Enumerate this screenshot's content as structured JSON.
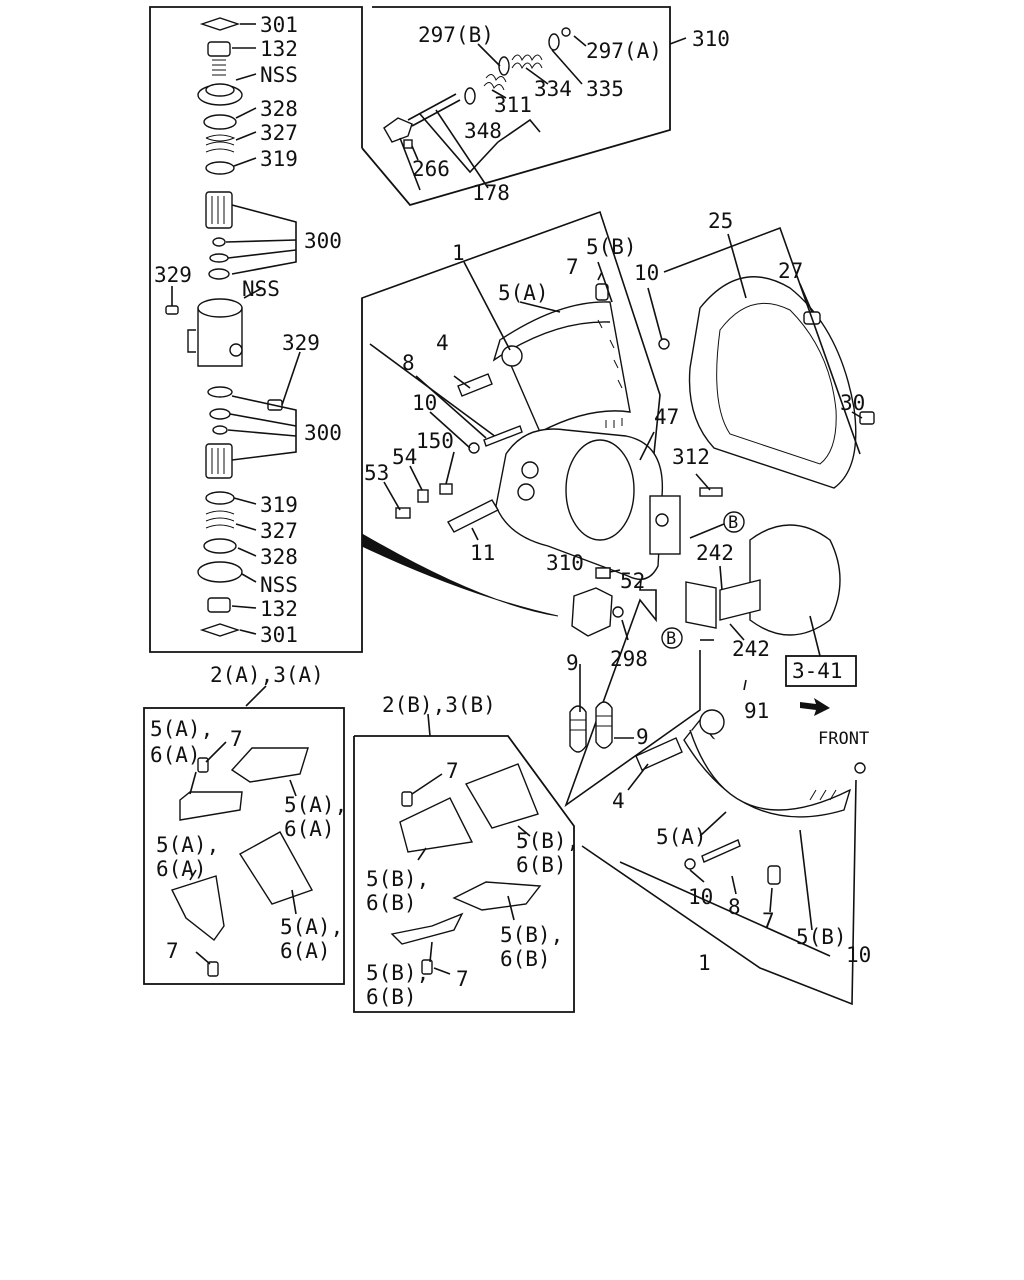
{
  "labels": {
    "insert": {
      "l301_top": "301",
      "l132_top": "132",
      "lNSS_top": "NSS",
      "l328_top": "328",
      "l327_top": "327",
      "l319_top": "319",
      "l300_top": "300",
      "l329_left": "329",
      "lNSS_mid": "NSS",
      "l329_right": "329",
      "l300_bot": "300",
      "l319_bot": "319",
      "l327_bot": "327",
      "l328_bot": "328",
      "lNSS_bot": "NSS",
      "l132_bot": "132",
      "l301_bot": "301"
    },
    "top": {
      "l297b": "297(B)",
      "l297a": "297(A)",
      "l310": "310",
      "l334": "334",
      "l335": "335",
      "l311": "311",
      "l348": "348",
      "l266": "266",
      "l178": "178"
    },
    "main": {
      "l1_top": "1",
      "l5a_top": "5(A)",
      "l5b_top": "5(B)",
      "l7_top": "7",
      "l10_top": "10",
      "l25": "25",
      "l27": "27",
      "l30": "30",
      "l8": "8",
      "l4_top": "4",
      "l10_mid": "10",
      "l150": "150",
      "l47": "47",
      "l54": "54",
      "l53": "53",
      "l312": "312",
      "l11": "11",
      "lB1": "B",
      "lB2": "B",
      "l242_a": "242",
      "l242_b": "242",
      "l310_b": "310",
      "l52": "52",
      "l298": "298",
      "l9_a": "9",
      "l9_b": "9",
      "l3_41": "3-41",
      "l91": "91",
      "front": "FRONT",
      "l4_bot": "4",
      "l5a_bot": "5(A)",
      "l10_bot_a": "10",
      "l8_bot": "8",
      "l7_bot": "7",
      "l5b_bot": "5(B)",
      "l10_bot_b": "10",
      "l1_bot": "1"
    },
    "kitA": {
      "title": "2(A),3(A)",
      "a1": "5(A),",
      "a2": "6(A)",
      "a3": "7",
      "a4": "5(A),",
      "a5": "6(A)",
      "a6": "5(A),",
      "a7": "6(A)",
      "a8": "5(A),",
      "a9": "6(A)",
      "a10": "7"
    },
    "kitB": {
      "title": "2(B),3(B)",
      "b1": "7",
      "b2": "5(B),",
      "b3": "6(B)",
      "b4": "5(B),",
      "b5": "6(B)",
      "b6": "5(B),",
      "b7": "6(B)",
      "b8": "5(B),",
      "b9": "6(B)",
      "b10": "7"
    }
  }
}
